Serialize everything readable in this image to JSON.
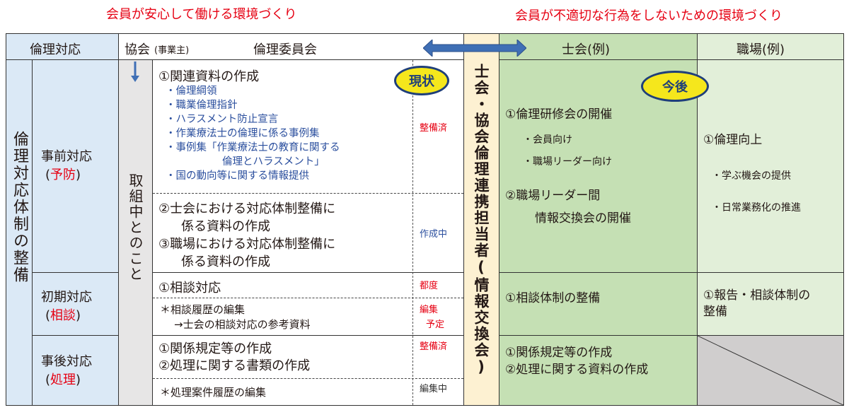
{
  "captions": {
    "left": "会員が安心して働ける環境づくり",
    "right": "会員が不適切な行為をしないための環境づくり"
  },
  "header": {
    "col1": "倫理対応",
    "kyokai": "協会",
    "kyokai_sub": "(事業主)",
    "committee": "倫理委員会",
    "shikai": "士会(例)",
    "shokuba": "職場(例)"
  },
  "side_title": "倫理対応体制の整備",
  "torikumi": "取組中とのこと",
  "liaison": "士会・協会倫理連携担当者(情報交換会)",
  "badges": {
    "current": "現状",
    "future": "今後"
  },
  "phases": [
    {
      "label": "事前対応",
      "sub": "予防"
    },
    {
      "label": "初期対応",
      "sub": "相談"
    },
    {
      "label": "事後対応",
      "sub": "処理"
    }
  ],
  "kyokai_items": {
    "r1_title": "①関連資料の作成",
    "r1_bullets": [
      "・倫理綱領",
      "・職業倫理指針",
      "・ハラスメント防止宣言",
      "・作業療法士の倫理に係る事例集",
      "・事例集「作業療法士の教育に関する",
      "倫理とハラスメント」",
      "・国の動向等に関する情報提供"
    ],
    "r1_status": "整備済",
    "r2_lines": [
      "②士会における対応体制整備に",
      "係る資料の作成",
      "③職場における対応体制整備に",
      "係る資料の作成"
    ],
    "r2_status": "作成中",
    "r3": "①相談対応",
    "r3_status": "都度",
    "r4_lines": [
      "＊相談履歴の編集",
      "→士会の相談対応の参考資料"
    ],
    "r4_status": [
      "編集",
      "予定"
    ],
    "r5_lines": [
      "①関係規定等の作成",
      "②処理に関する書類の作成"
    ],
    "r5_status": "整備済",
    "r6": "＊処理案件履歴の編集",
    "r6_status": "編集中"
  },
  "shikai_items": {
    "p1_title": "①倫理研修会の開催",
    "p1_bullets": [
      "・会員向け",
      "・職場リーダー向け"
    ],
    "p2_lines": [
      "②職場リーダー間",
      "情報交換会の開催"
    ],
    "c1": "①相談体制の整備",
    "a1_lines": [
      "①関係規定等の作成",
      "②処理に関する資料の作成"
    ]
  },
  "shokuba_items": {
    "p1_title": "①倫理向上",
    "p1_bullets": [
      "・学ぶ機会の提供",
      "・日常業務化の推進"
    ],
    "c1_lines": [
      "①報告・相談体制の",
      "整備"
    ]
  }
}
